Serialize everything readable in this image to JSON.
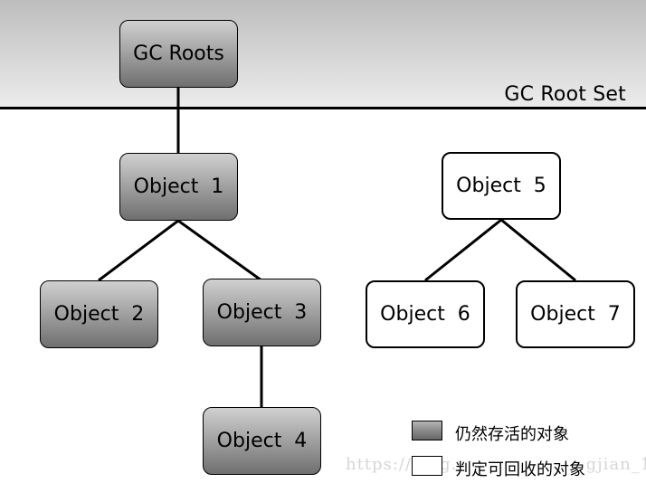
{
  "root_set": {
    "label": "GC Root Set"
  },
  "nodes": {
    "gc_roots": "GC Roots",
    "object_1": "Object  1",
    "object_2": "Object  2",
    "object_3": "Object  3",
    "object_4": "Object  4",
    "object_5": "Object  5",
    "object_6": "Object  6",
    "object_7": "Object  7"
  },
  "legend": {
    "live": "仍然存活的对象",
    "collectable": "判定可回收的对象"
  },
  "watermark": "https://blog.csdn.net/huangjian_1"
}
